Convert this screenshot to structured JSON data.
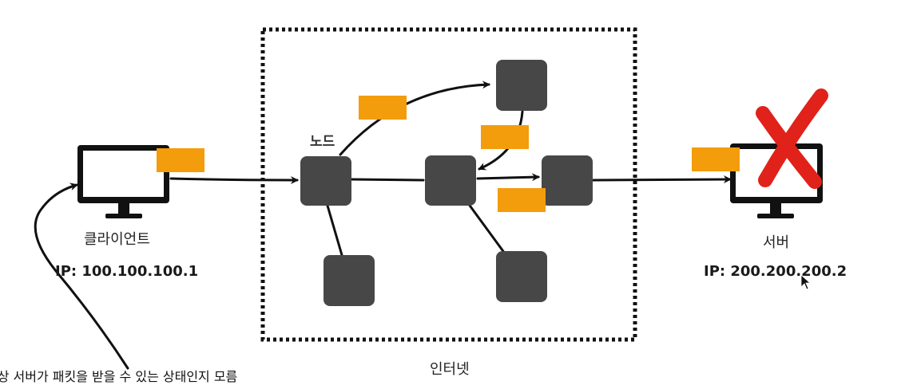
{
  "client": {
    "label": "클라이언트",
    "ip": "IP: 100.100.100.1"
  },
  "server": {
    "label": "서버",
    "ip": "IP: 200.200.200.2",
    "status": "down"
  },
  "internet": {
    "label": "인터넷",
    "node_label": "노드"
  },
  "note": {
    "text": "대상 서버가 패킷을 받을 수 있는 상태인지 모름"
  },
  "colors": {
    "node": "#474747",
    "packet": "#F39C0C",
    "x_mark": "#E0221A",
    "monitor": "#111111",
    "line": "#111111"
  },
  "icons": {
    "client_device": "monitor-icon",
    "server_device": "monitor-icon",
    "server_failure": "x-mark-icon",
    "cursor": "mouse-cursor-icon"
  }
}
